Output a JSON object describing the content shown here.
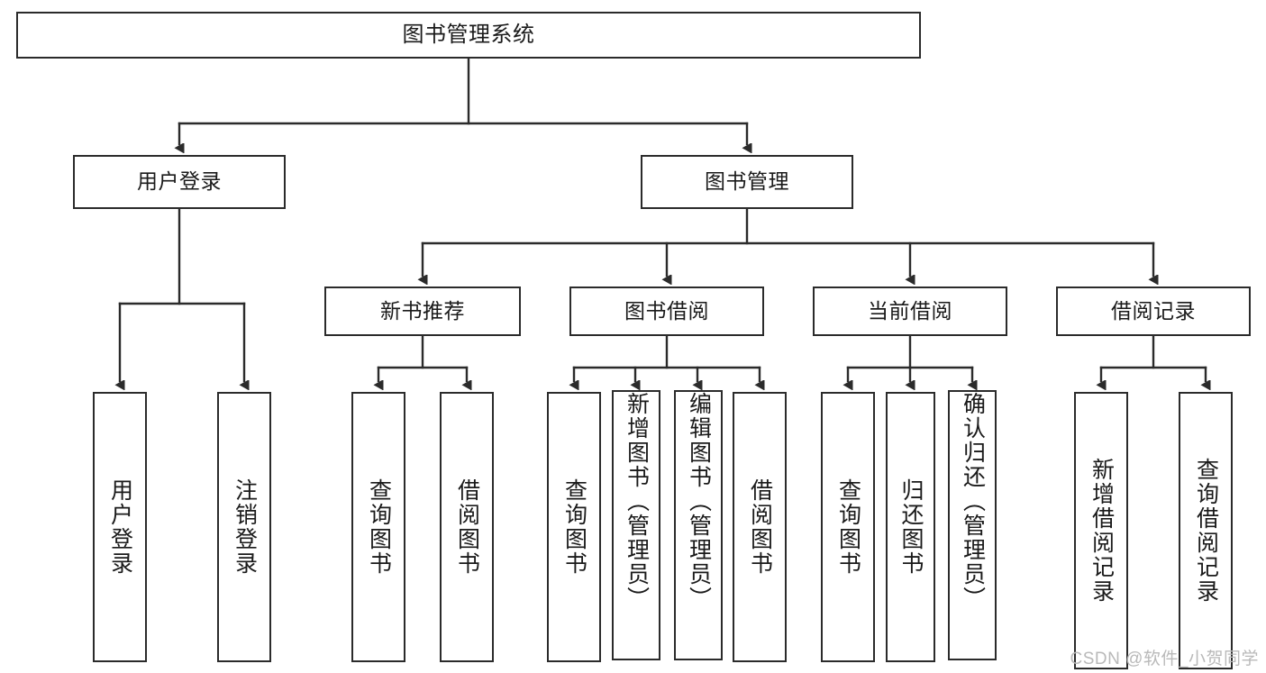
{
  "diagram": {
    "type": "tree",
    "title": "图书管理系统",
    "orientation": "top-down",
    "colors": {
      "stroke": "#2b2b2b",
      "fill": "#ffffff",
      "text": "#1a1a1a",
      "watermark": "#b9b9b9"
    },
    "nodes": {
      "root": {
        "label": "图书管理系统"
      },
      "level2": [
        {
          "label": "用户登录"
        },
        {
          "label": "图书管理"
        }
      ],
      "level3": [
        {
          "label": "新书推荐"
        },
        {
          "label": "图书借阅"
        },
        {
          "label": "当前借阅"
        },
        {
          "label": "借阅记录"
        }
      ],
      "leaves": {
        "user_login": [
          {
            "label": "用户登录"
          },
          {
            "label": "注销登录"
          }
        ],
        "new_book_recommend": [
          {
            "label": "查询图书"
          },
          {
            "label": "借阅图书"
          }
        ],
        "book_borrow": [
          {
            "label": "查询图书"
          },
          {
            "label": "新增图书（管理员）"
          },
          {
            "label": "编辑图书（管理员）"
          },
          {
            "label": "借阅图书"
          }
        ],
        "current_borrow": [
          {
            "label": "查询图书"
          },
          {
            "label": "归还图书"
          },
          {
            "label": "确认归还（管理员）"
          }
        ],
        "borrow_record": [
          {
            "label": "新增借阅记录"
          },
          {
            "label": "查询借阅记录"
          }
        ]
      }
    },
    "edges": [
      {
        "from": "图书管理系统",
        "to": "用户登录"
      },
      {
        "from": "图书管理系统",
        "to": "图书管理"
      },
      {
        "from": "用户登录",
        "to": "用户登录"
      },
      {
        "from": "用户登录",
        "to": "注销登录"
      },
      {
        "from": "图书管理",
        "to": "新书推荐"
      },
      {
        "from": "图书管理",
        "to": "图书借阅"
      },
      {
        "from": "图书管理",
        "to": "当前借阅"
      },
      {
        "from": "图书管理",
        "to": "借阅记录"
      },
      {
        "from": "新书推荐",
        "to": "查询图书"
      },
      {
        "from": "新书推荐",
        "to": "借阅图书"
      },
      {
        "from": "图书借阅",
        "to": "查询图书"
      },
      {
        "from": "图书借阅",
        "to": "新增图书（管理员）"
      },
      {
        "from": "图书借阅",
        "to": "编辑图书（管理员）"
      },
      {
        "from": "图书借阅",
        "to": "借阅图书"
      },
      {
        "from": "当前借阅",
        "to": "查询图书"
      },
      {
        "from": "当前借阅",
        "to": "归还图书"
      },
      {
        "from": "当前借阅",
        "to": "确认归还（管理员）"
      },
      {
        "from": "借阅记录",
        "to": "新增借阅记录"
      },
      {
        "from": "借阅记录",
        "to": "查询借阅记录"
      }
    ]
  },
  "watermark": {
    "text": "CSDN @软件_小贺同学"
  }
}
